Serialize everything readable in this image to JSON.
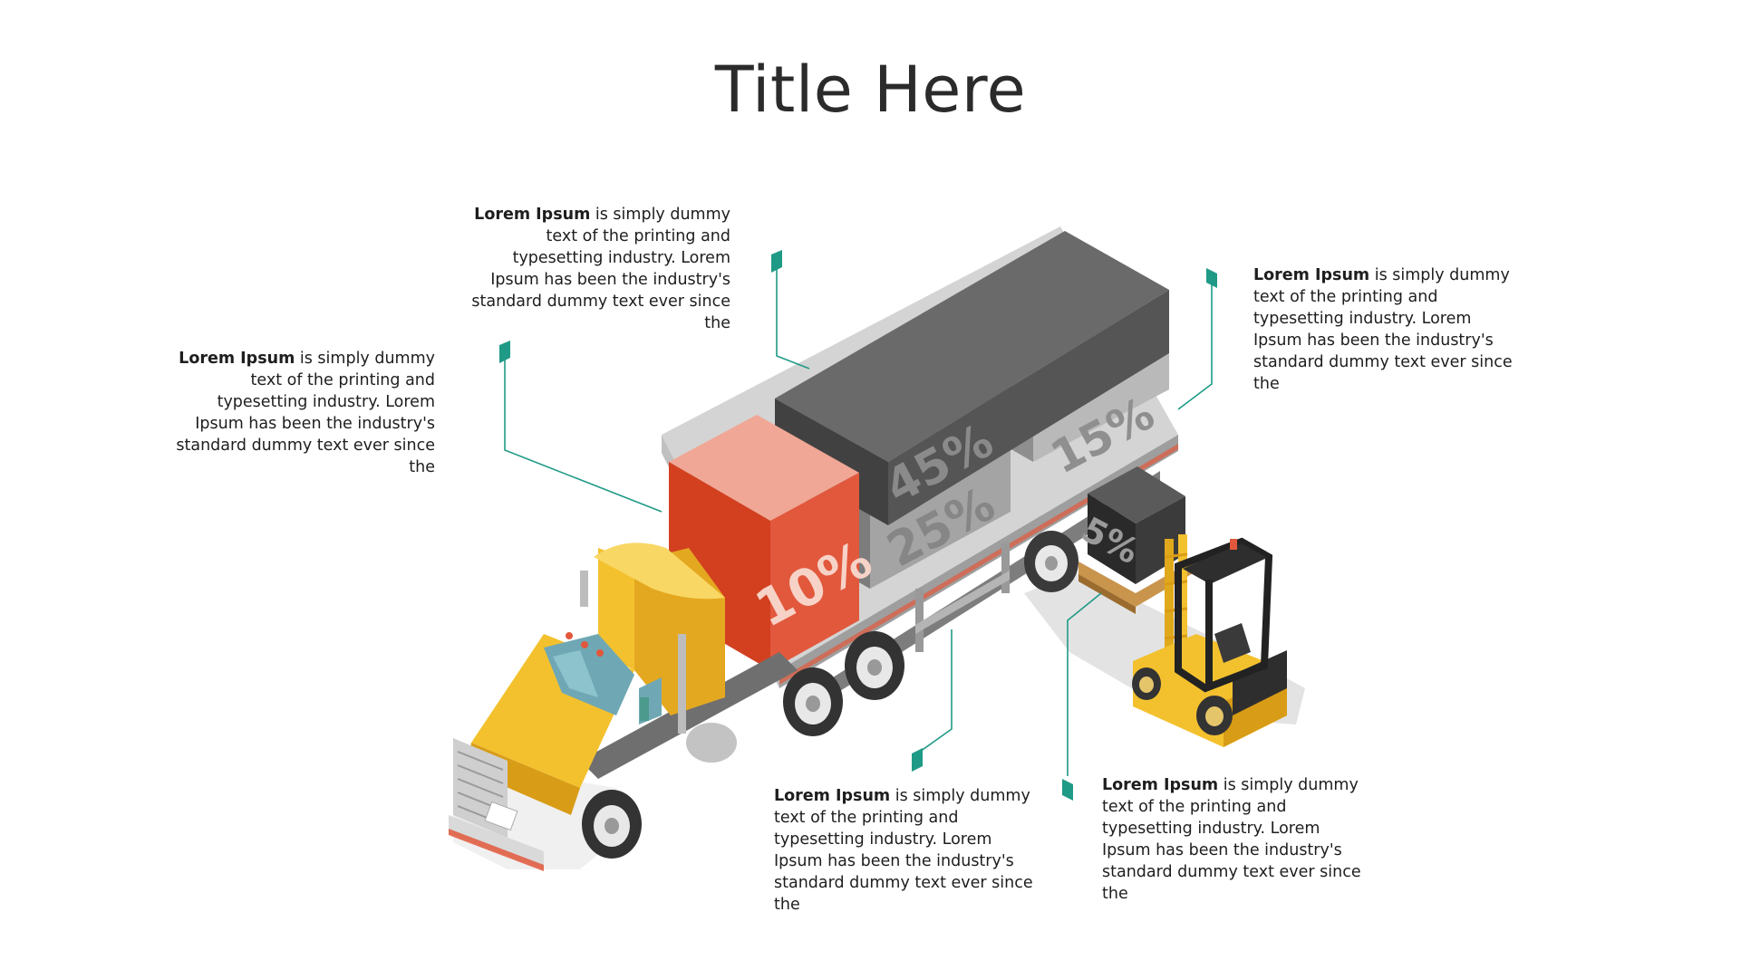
{
  "title": "Title Here",
  "segments": [
    {
      "label": "10%",
      "value": 10,
      "color": "#e2583c"
    },
    {
      "label": "25%",
      "value": 25,
      "color": "#a4a4a4"
    },
    {
      "label": "45%",
      "value": 45,
      "color": "#555555"
    },
    {
      "label": "15%",
      "value": 15,
      "color": "#b9b9b9"
    },
    {
      "label": "5%",
      "value": 5,
      "color": "#3b3b3b"
    }
  ],
  "callouts": [
    {
      "bold": "Lorem Ipsum",
      "text": " is simply dummy text of the printing and typesetting industry. Lorem Ipsum has been the industry's standard dummy text ever since the"
    },
    {
      "bold": "Lorem Ipsum",
      "text": " is simply dummy text of the printing and typesetting industry. Lorem Ipsum has been the industry's standard dummy text ever since the"
    },
    {
      "bold": "Lorem Ipsum",
      "text": " is simply dummy text of the printing and typesetting industry. Lorem Ipsum has been the industry's standard dummy text ever since the"
    },
    {
      "bold": "Lorem Ipsum",
      "text": " is simply dummy text of the printing and typesetting industry. Lorem Ipsum has been the industry's standard dummy text ever since the"
    },
    {
      "bold": "Lorem Ipsum",
      "text": " is simply dummy text of the printing and typesetting industry. Lorem Ipsum has been the industry's standard dummy text ever since the"
    }
  ],
  "colors": {
    "accent": "#1f9a86",
    "truck": "#f3c12e",
    "forklift": "#f3c12e"
  }
}
